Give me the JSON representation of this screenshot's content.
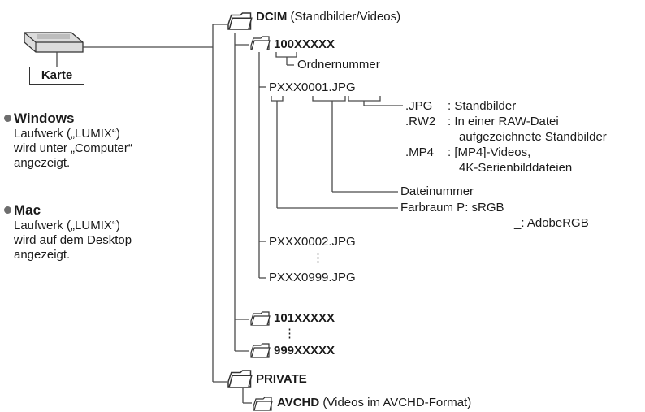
{
  "card": {
    "label": "Karte"
  },
  "windows": {
    "heading": "Windows",
    "lines": [
      "Laufwerk („LUMIX“)",
      "wird unter „Computer“",
      "angezeigt."
    ]
  },
  "mac": {
    "heading": "Mac",
    "lines": [
      "Laufwerk („LUMIX“)",
      "wird auf dem Desktop",
      "angezeigt."
    ]
  },
  "tree": {
    "dcim": {
      "name": "DCIM",
      "note": "(Standbilder/Videos)"
    },
    "folder_100": "100XXXXX",
    "folder_number_label": "Ordnernummer",
    "file_1": "PXXX0001.JPG",
    "extensions": [
      {
        "ext": ".JPG",
        "desc": ": Standbilder"
      },
      {
        "ext": ".RW2",
        "desc": ": In einer RAW-Datei"
      },
      {
        "ext": "",
        "desc": "aufgezeichnete Standbilder"
      },
      {
        "ext": ".MP4",
        "desc": ": [MP4]-Videos,"
      },
      {
        "ext": "",
        "desc": "4K-Serienbilddateien"
      }
    ],
    "file_number_label": "Dateinummer",
    "colorspace_label": "Farbraum P: sRGB",
    "colorspace_alt": "_: AdobeRGB",
    "file_2": "PXXX0002.JPG",
    "vdots": "⋮",
    "file_999": "PXXX0999.JPG",
    "folder_101": "101XXXXX",
    "folder_999": "999XXXXX",
    "private": "PRIVATE",
    "avchd": {
      "name": "AVCHD",
      "note": "(Videos im AVCHD-Format)"
    }
  },
  "colors": {
    "line": "#4a4a4a",
    "folder_fill": "#ffffff",
    "folder_stroke": "#333333",
    "card_body": "#d9d9d9"
  }
}
